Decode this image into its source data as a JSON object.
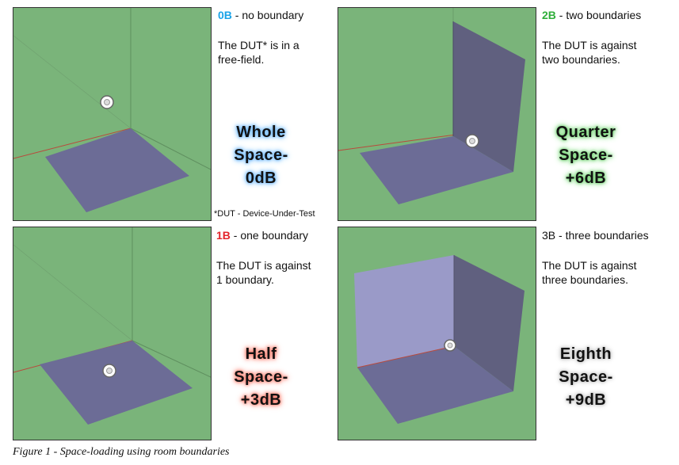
{
  "colors": {
    "code_0B": "#1aa3e8",
    "code_2B": "#2fae3a",
    "code_1B": "#e3242b",
    "code_3B": "#111111",
    "room_green": "#7ab47a",
    "floor": "#6c6c96",
    "wall": "#60607f",
    "wall_light": "#9a9ac8"
  },
  "panels": [
    {
      "code": "0B",
      "code_rest": " - no boundary",
      "text_line1": "The DUT* is in a",
      "text_line2": "free-field.",
      "label": [
        "Whole",
        "Space-",
        "0dB"
      ]
    },
    {
      "code": "2B",
      "code_rest": " - two boundaries",
      "text_line1": "The DUT is against",
      "text_line2": "two boundaries.",
      "label": [
        "Quarter",
        "Space-",
        "+6dB"
      ]
    },
    {
      "code": "1B",
      "code_rest": " - one boundary",
      "text_line1": "The DUT is against",
      "text_line2": "1 boundary.",
      "label": [
        "Half",
        "Space-",
        "+3dB"
      ]
    },
    {
      "code": "3B",
      "code_rest": " - three boundaries",
      "text_line1": "The DUT is against",
      "text_line2": "three boundaries.",
      "label": [
        "Eighth",
        "Space-",
        "+9dB"
      ]
    }
  ],
  "footnote": "*DUT - Device-Under-Test",
  "caption": "Figure 1 - Space-loading using room boundaries"
}
